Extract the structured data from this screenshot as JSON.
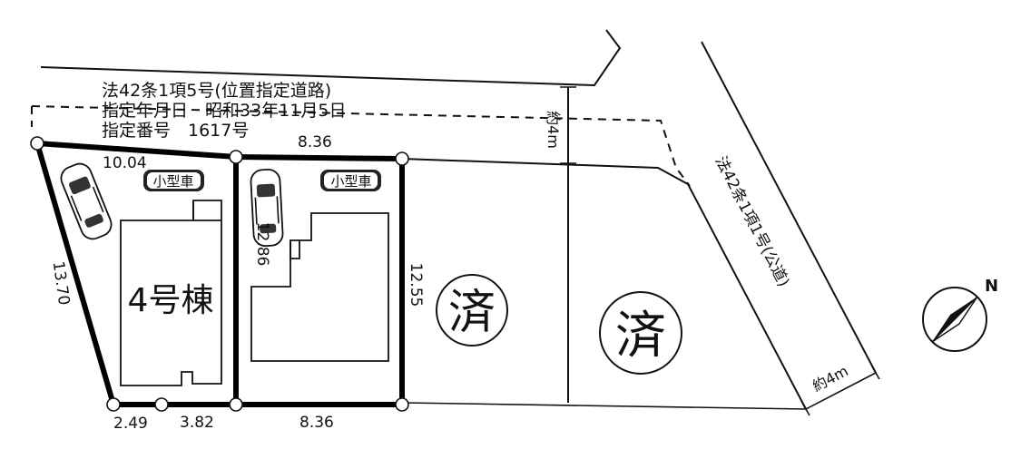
{
  "road_note": {
    "line1": "法42条1項5号(位置指定道路)",
    "line2": "指定年月日　昭和33年11月5日",
    "line3": "指定番号　1617号"
  },
  "road_width_top": "約4m",
  "road_width_right": "約4m",
  "public_road_label": "法42条1項1号(公道)",
  "dims": {
    "top_left_lot": "10.04",
    "top_right_lot": "8.36",
    "left_side": "13.70",
    "middle_side": "12.86",
    "right_side": "12.55",
    "bottom_a": "2.49",
    "bottom_b": "3.82",
    "bottom_right_lot": "8.36"
  },
  "parking_label_1": "小型車",
  "parking_label_2": "小型車",
  "building_label": "4号棟",
  "sold_label_1": "済",
  "sold_label_2": "済",
  "north_label": "N"
}
